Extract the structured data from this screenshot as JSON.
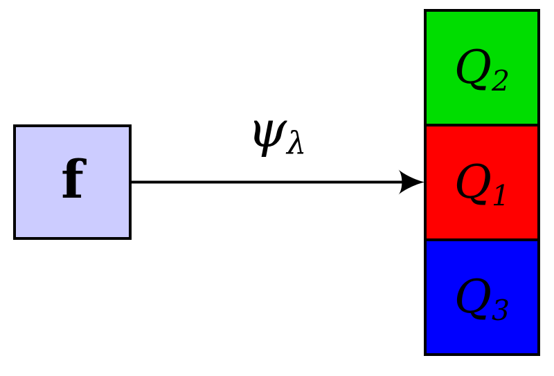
{
  "diagram": {
    "background": "#ffffff",
    "input_box": {
      "label": "f",
      "fill": "#ccccff",
      "border_color": "#000000"
    },
    "arrow": {
      "label_main": "ψ",
      "label_sub": "λ",
      "color": "#000000"
    },
    "output_column": {
      "border_color": "#000000",
      "boxes": [
        {
          "label_main": "Q",
          "label_sub": "2",
          "fill": "#00dd00"
        },
        {
          "label_main": "Q",
          "label_sub": "1",
          "fill": "#ff0000"
        },
        {
          "label_main": "Q",
          "label_sub": "3",
          "fill": "#0000ff"
        }
      ]
    }
  }
}
